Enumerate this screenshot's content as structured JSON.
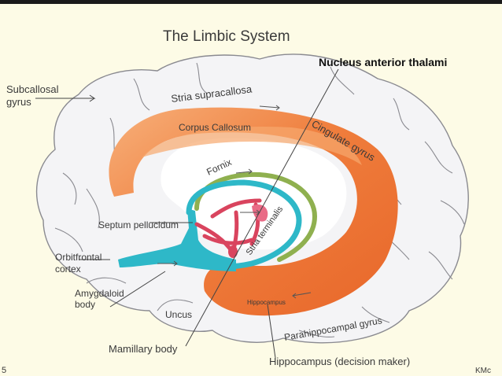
{
  "title": "The Limbic System",
  "labels": {
    "nucleus_anterior_thalami": "Nucleus anterior thalami",
    "subcallosal": "Subcallosal",
    "gyrus": "gyrus",
    "stria_supracallosa": "Stria supracallosa",
    "corpus_callosum": "Corpus Callosum",
    "cingulate_gyrus": "Cingulate gyrus",
    "fornix": "Fornix",
    "septum_pellucidum": "Septum pellucidum",
    "stria_terminalis": "Stria terminalis",
    "orbitfrontal": "Orbitfrontal",
    "cortex": "cortex",
    "amygdaloid": "Amygdaloid",
    "body": "body",
    "uncus": "Uncus",
    "hippocampus": "Hippocampus",
    "parahippocampal_gyrus": "Parahippocampal gyrus",
    "mamillary_body": "Mamillary body",
    "hippocampus_decision": "Hippocampus (decision maker)",
    "slide_number": "5",
    "author": "KMc"
  },
  "colors": {
    "background": "#fdfbe6",
    "brain_fill": "#f4f4f6",
    "brain_stroke": "#8a8a90",
    "orange": "#ef7d3c",
    "orange_light": "#f6a86d",
    "cyan": "#2eb8c8",
    "green": "#8fb04f",
    "red": "#d9445e",
    "pink": "#e96b86"
  }
}
